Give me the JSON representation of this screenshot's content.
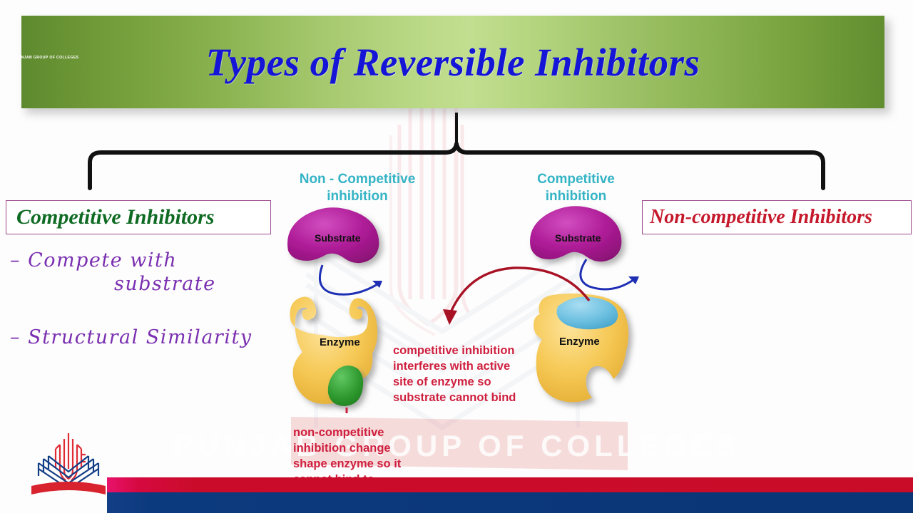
{
  "slide": {
    "title": "Types of Reversible Inhibitors",
    "accent_green": "#5e8a2f",
    "title_color": "#1515d8"
  },
  "left_panel": {
    "box_label": "Competitive Inhibitors",
    "box_label_color": "#0f6b23",
    "notes": [
      "–  Compete  with",
      "substrate",
      "– Structural Similarity"
    ],
    "note_color": "#7a2fb0"
  },
  "right_panel": {
    "box_label": "Non-competitive Inhibitors",
    "box_label_color": "#c5182b"
  },
  "figures": {
    "left": {
      "heading": "Non - Competitive inhibition",
      "substrate_label": "Substrate",
      "enzyme_label": "Enzyme",
      "heading_color": "#35b4c6",
      "substrate_color": "#a4188c",
      "enzyme_color": "#f2c044",
      "inhibitor_color": "#2e9c2e",
      "arrow_color": "#1e2fb4"
    },
    "right": {
      "heading": "Competitive inhibition",
      "substrate_label": "Substrate",
      "enzyme_label": "Enzyme",
      "heading_color": "#35b4c6",
      "substrate_color": "#a4188c",
      "enzyme_color": "#f2c044",
      "inhibitor_color": "#6fc2e0",
      "arrow_color": "#1e2fb4"
    }
  },
  "annotations": {
    "competitive": "competitive inhibition interferes with active site of enzyme so substrate cannot bind",
    "non_competitive": "non-competitive inhibition change shape enzyme so it cannot bind to",
    "color": "#cf1f3e"
  },
  "branding": {
    "logo_caption": "PUNJAB GROUP OF COLLEGES",
    "watermark_text": "PUNJAB GROUP OF COLLEGES",
    "bar_red": "#c90d29",
    "bar_blue": "#0a3576"
  }
}
